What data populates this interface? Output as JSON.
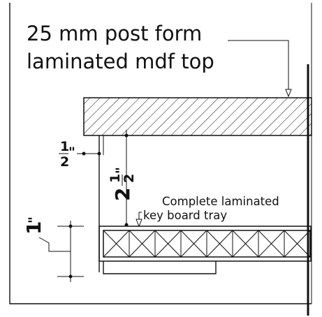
{
  "labels": {
    "top_line1": "25 mm post form",
    "top_line2": "laminated mdf top",
    "tray_line1": "Complete laminated",
    "tray_line2": "key board tray"
  },
  "dimensions": {
    "half_num": "1",
    "half_den": "2",
    "inch_mark": "\"",
    "two_half_whole": "2",
    "two_half_num": "1",
    "two_half_den": "2",
    "one_inch": "1"
  }
}
